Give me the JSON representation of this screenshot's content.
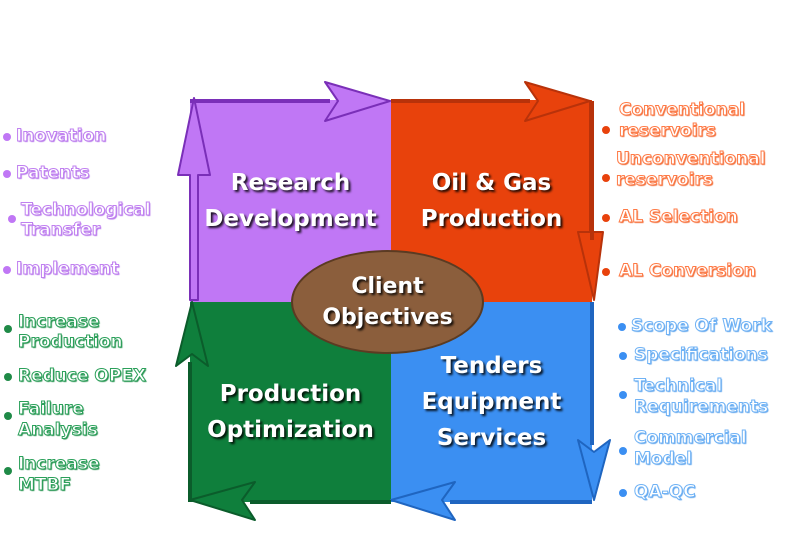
{
  "quadrants": {
    "research": {
      "line1": "Research",
      "line2": "Development",
      "color": "#c077f5"
    },
    "oilgas": {
      "line1": "Oil & Gas",
      "line2": "Production",
      "color": "#e8420c"
    },
    "optimization": {
      "line1": "Production",
      "line2": "Optimization",
      "color": "#0f7f3c"
    },
    "tenders": {
      "line1": "Tenders",
      "line2": "Equipment",
      "line3": "Services",
      "color": "#3b8ff2"
    }
  },
  "center": {
    "line1": "Client",
    "line2": "Objectives",
    "color": "#8b5e3c"
  },
  "lists": {
    "research": {
      "color": "#c077f5",
      "items": [
        {
          "l1": "Inovation"
        },
        {
          "l1": "Patents"
        },
        {
          "l1": "Technological",
          "l2": "Transfer"
        },
        {
          "l1": "Implement"
        }
      ]
    },
    "optimization": {
      "color": "#1f8a47",
      "items": [
        {
          "l1": "Increase",
          "l2": "Production"
        },
        {
          "l1": "Reduce OPEX"
        },
        {
          "l1": "Failure",
          "l2": "Analysis"
        },
        {
          "l1": "Increase",
          "l2": "MTBF"
        }
      ]
    },
    "oilgas": {
      "color": "#e8420c",
      "items": [
        {
          "l1": "Conventional",
          "l2": "reservoirs"
        },
        {
          "l1": "Unconventional",
          "l2": "reservoirs"
        },
        {
          "l1": "AL Selection"
        },
        {
          "l1": "AL Conversion"
        }
      ]
    },
    "tenders": {
      "color": "#3b8ff2",
      "items": [
        {
          "l1": "Scope Of Work"
        },
        {
          "l1": "Specifications"
        },
        {
          "l1": "Technical",
          "l2": "Requirements"
        },
        {
          "l1": "Commercial",
          "l2": "Model"
        },
        {
          "l1": "QA-QC"
        }
      ]
    }
  }
}
